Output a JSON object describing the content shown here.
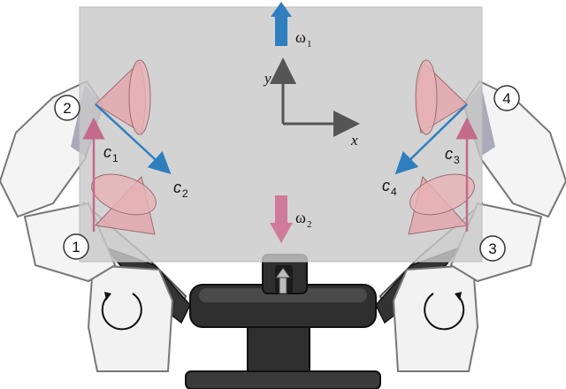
{
  "labels": {
    "omega_top": "ω",
    "omega_top_sub": "1",
    "omega_bottom": "ω",
    "omega_bottom_sub": "2",
    "axis_y": "y",
    "axis_x": "x",
    "c1": "c",
    "c1_sub": "1",
    "c2": "c",
    "c2_sub": "2",
    "c3": "c",
    "c3_sub": "3",
    "c4": "c",
    "c4_sub": "4",
    "finger_1": "1",
    "finger_2": "2",
    "finger_3": "3",
    "finger_4": "4"
  },
  "colors": {
    "object_plane": "#c9c9c9",
    "friction_cone_fill": "#e6a3a8",
    "contact_normal_pink": "#c46b8a",
    "contact_tangent_blue": "#2f7fbf",
    "omega_blue": "#2f7fbf",
    "omega_pink": "#d17b9b",
    "axis_gray": "#555555",
    "robot_dark": "#2b2b2b",
    "robot_light": "#f2f2f2"
  }
}
